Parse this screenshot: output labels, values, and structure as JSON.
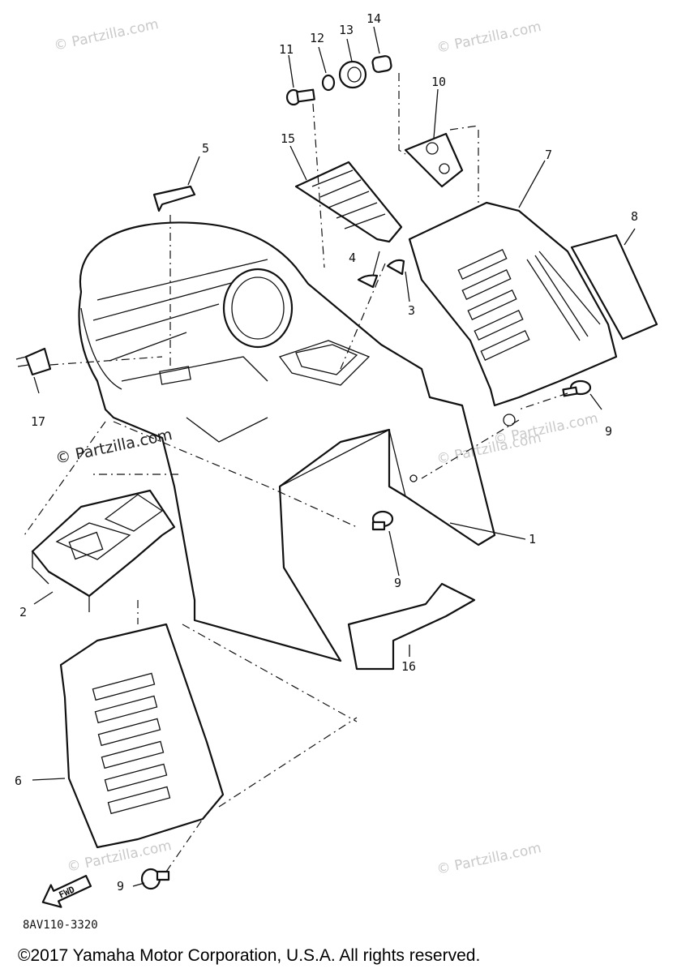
{
  "watermarks": [
    "© Partzilla.com",
    "© Partzilla.com",
    "© Partzilla.com",
    "© Partzilla.com",
    "© Partzilla.com",
    "© Partzilla.com"
  ],
  "watermark_dark": "© Partzilla.com",
  "callouts": {
    "c1": "1",
    "c2": "2",
    "c3": "3",
    "c4": "4",
    "c5": "5",
    "c6": "6",
    "c7": "7",
    "c8": "8",
    "c9a": "9",
    "c9b": "9",
    "c9c": "9",
    "c10": "10",
    "c11": "11",
    "c12": "12",
    "c13": "13",
    "c14": "14",
    "c15": "15",
    "c16": "16",
    "c17": "17"
  },
  "fwd_label": "FWD",
  "diagram_code": "8AV110-3320",
  "copyright": "©2017  Yamaha Motor Corporation, U.S.A. All rights reserved."
}
